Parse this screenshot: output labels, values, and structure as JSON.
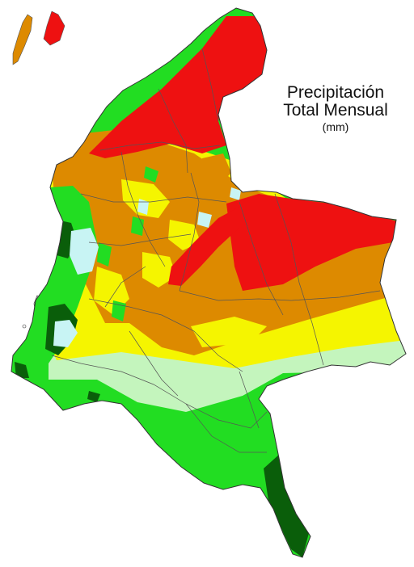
{
  "title": {
    "line1": "Precipitación",
    "line2": "Total Mensual",
    "unit": "(mm)"
  },
  "colors": {
    "red": "#ee1111",
    "orange": "#dd8a00",
    "yellow": "#f5f500",
    "pale_yellow": "#ffff99",
    "light_green": "#c4f5bd",
    "green": "#22dd22",
    "dark_green": "#0a5e0a",
    "light_cyan": "#c8f4f4",
    "border": "#555555"
  }
}
